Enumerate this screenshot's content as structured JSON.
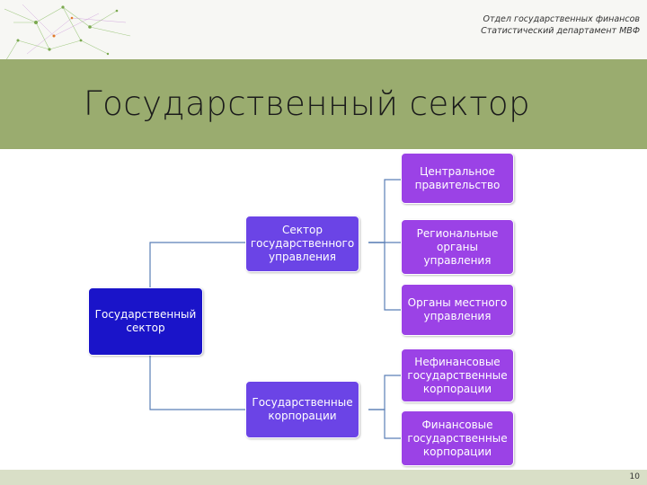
{
  "header": {
    "line1": "Отдел государственных финансов",
    "line2": "Статистический департамент МВФ"
  },
  "title": "Государственный сектор",
  "diagram": {
    "root": "Государственный сектор",
    "branch_general": "Сектор государственного управления",
    "branch_corps": "Государственные корпорации",
    "central": "Центральное правительство",
    "regional": "Региональные органы управления",
    "local": "Органы местного управления",
    "nonfinancial": "Нефинансовые государственные корпорации",
    "financial": "Финансовые государственные корпорации"
  },
  "colors": {
    "title_bar": "#9aac6f",
    "root_box": "#1a14c9",
    "level1_box": "#6b44e6",
    "level2_box": "#9b42e6",
    "connector": "#5b7fb6"
  },
  "page_number": "10"
}
